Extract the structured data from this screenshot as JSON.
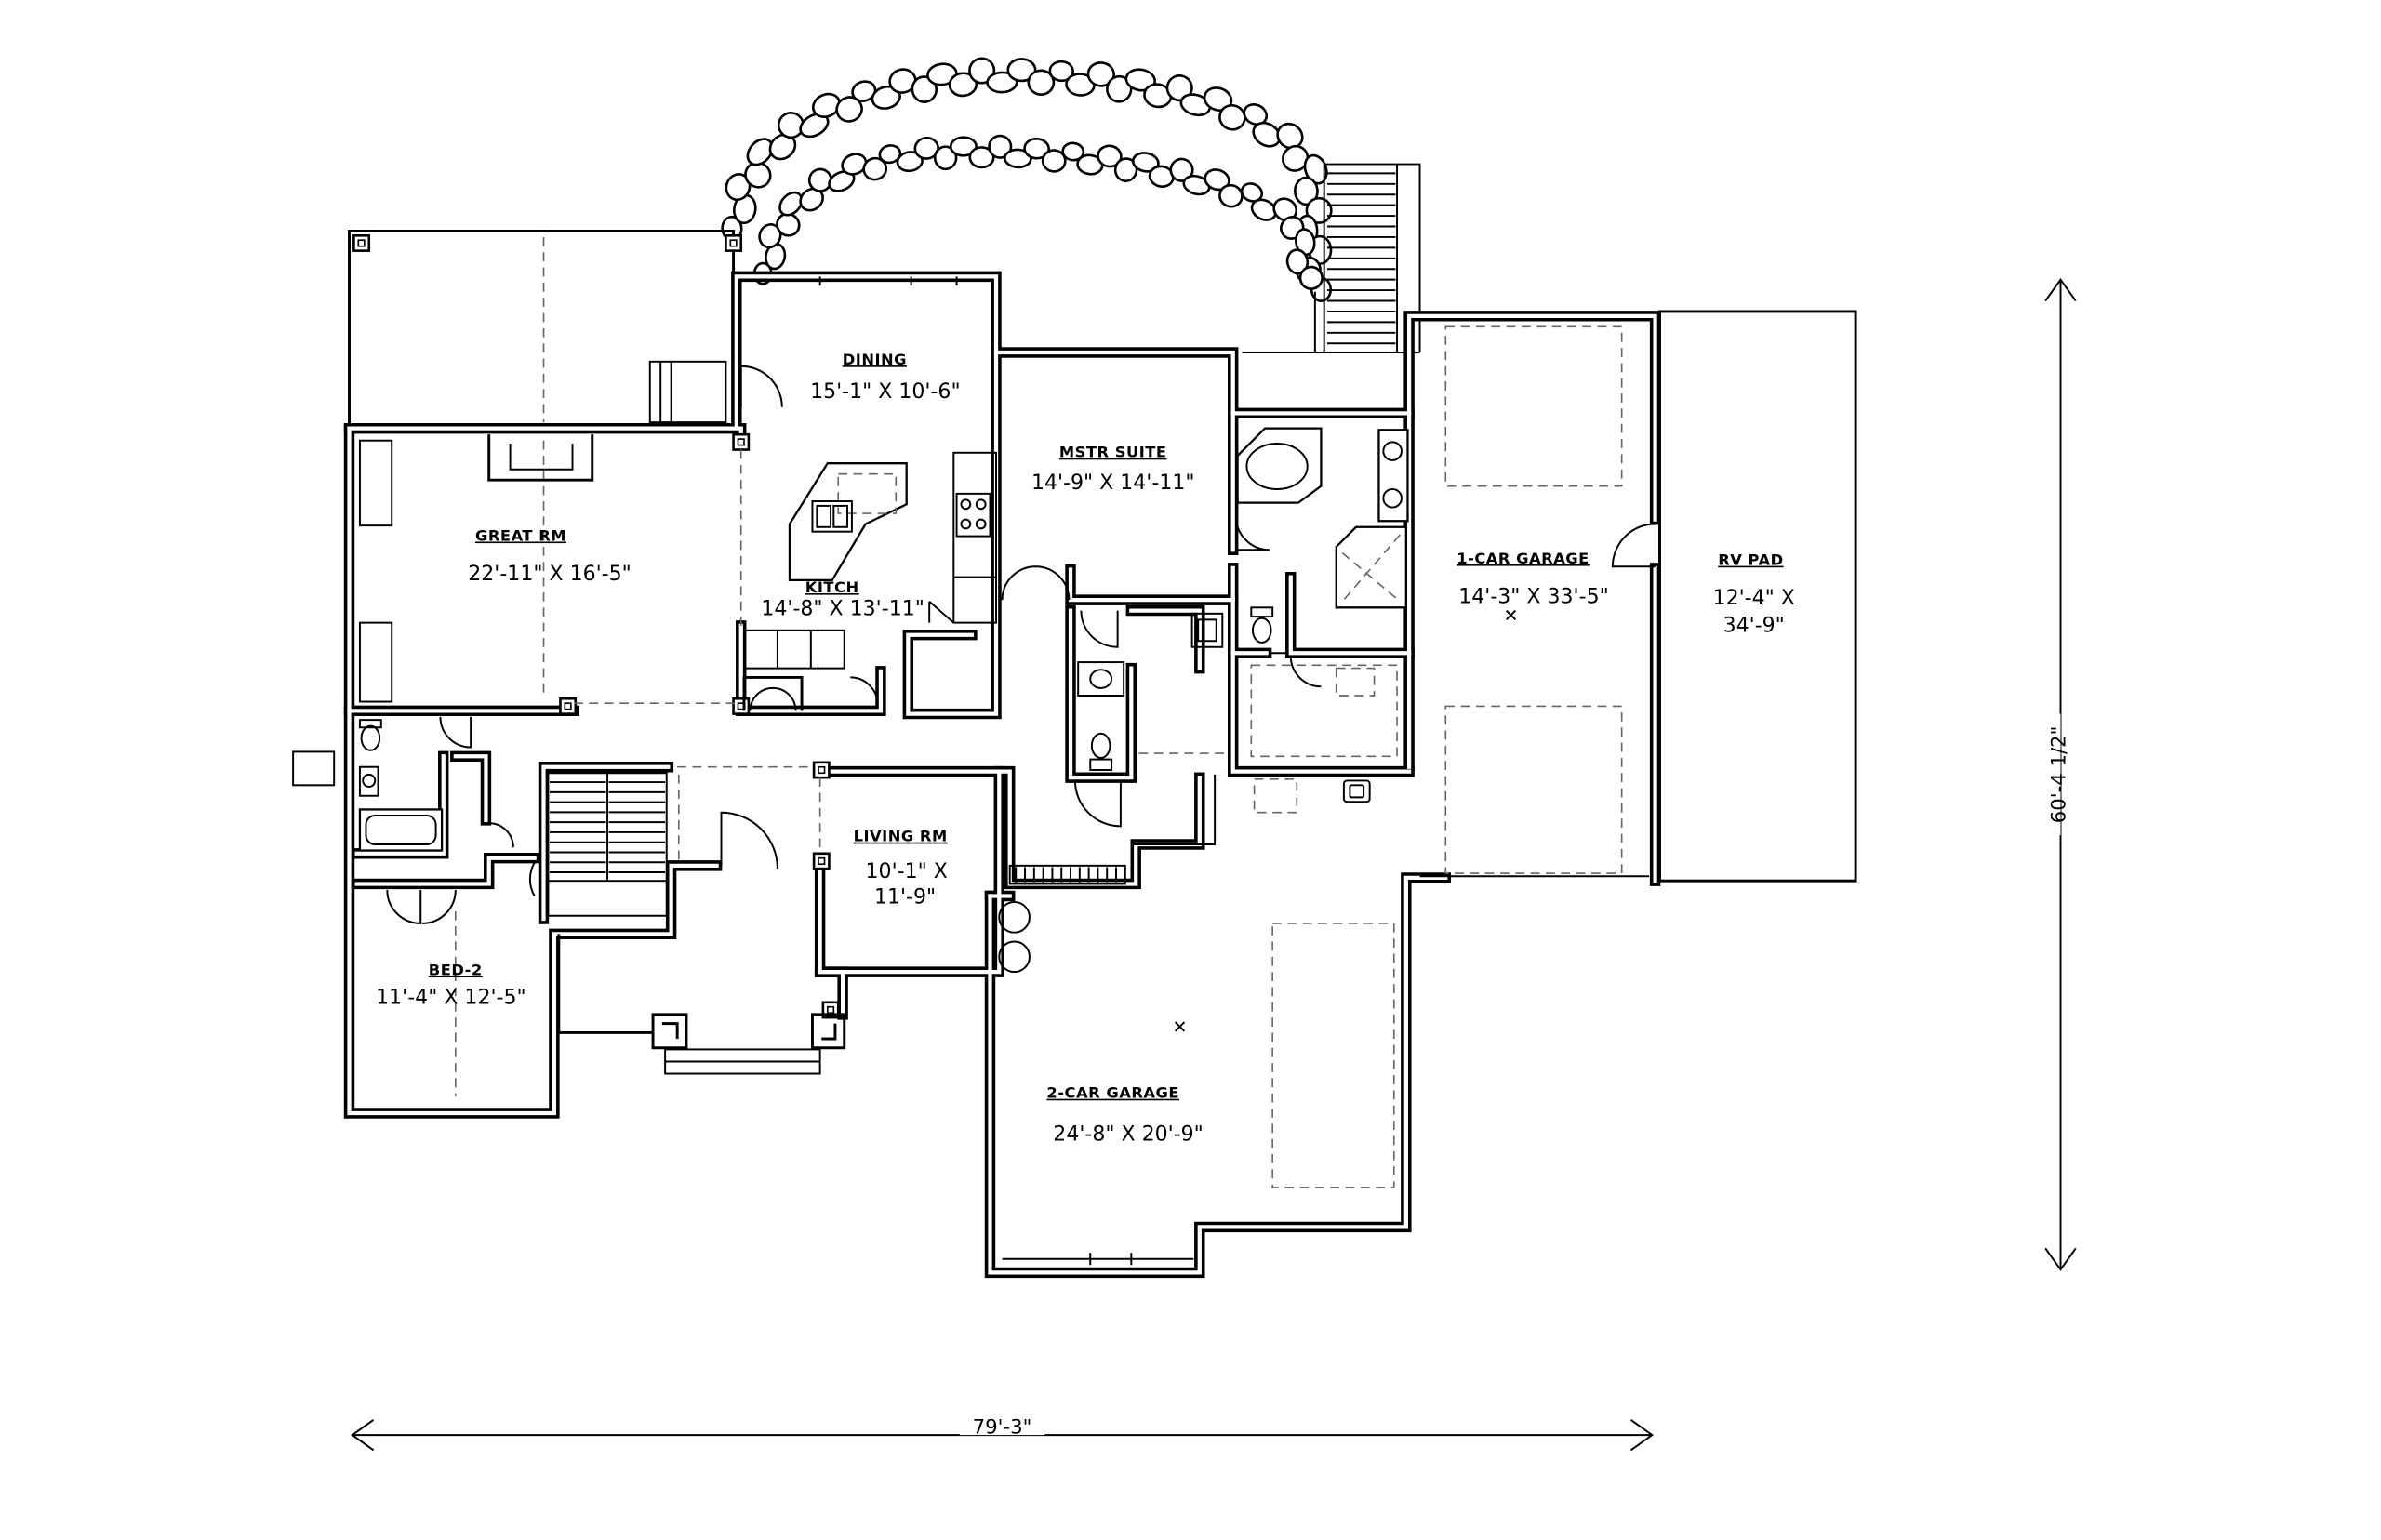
{
  "colors": {
    "line": "#000000",
    "paper": "#ffffff"
  },
  "rooms": {
    "dining": {
      "name": "DINING",
      "size": "15'-1\" X 10'-6\""
    },
    "master_suite": {
      "name": "MSTR SUITE",
      "size": "14'-9\" X 14'-11\""
    },
    "great_room": {
      "name": "GREAT RM",
      "size": "22'-11\" X 16'-5\""
    },
    "kitchen": {
      "name": "KITCH",
      "size": "14'-8\" X 13'-11\""
    },
    "one_car_garage": {
      "name": "1-CAR GARAGE",
      "size": "14'-3\" X 33'-5\""
    },
    "rv_pad": {
      "name": "RV PAD",
      "size_line1": "12'-4\" X",
      "size_line2": "34'-9\""
    },
    "living_room": {
      "name": "LIVING RM",
      "size_line1": "10'-1\" X",
      "size_line2": "11'-9\""
    },
    "bed_2": {
      "name": "BED-2",
      "size": "11'-4\" X 12'-5\""
    },
    "two_car_garage": {
      "name": "2-CAR GARAGE",
      "size": "24'-8\" X 20'-9\""
    }
  },
  "dimensions": {
    "overall_width": "79'-3\"",
    "overall_depth": "60'-4 1/2\""
  }
}
